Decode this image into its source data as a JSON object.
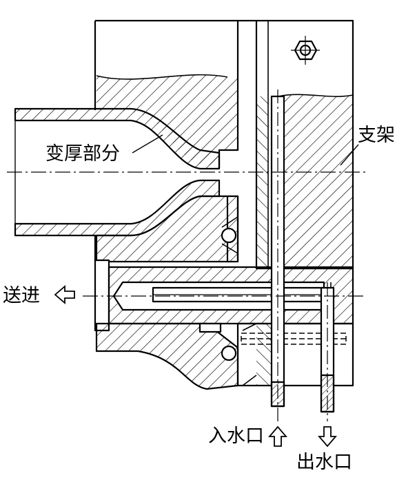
{
  "labels": {
    "thickened_part": "变厚部分",
    "bracket": "支架",
    "feed": "送进",
    "water_inlet": "入水口",
    "water_outlet": "出水口"
  },
  "colors": {
    "line": "#000000",
    "background": "#ffffff"
  },
  "icons": {
    "feed_arrow": "arrow-left-icon",
    "inlet_arrow": "arrow-up-icon",
    "outlet_arrow": "arrow-down-icon",
    "nut": "hex-nut-icon",
    "balls": "ball-icon"
  }
}
